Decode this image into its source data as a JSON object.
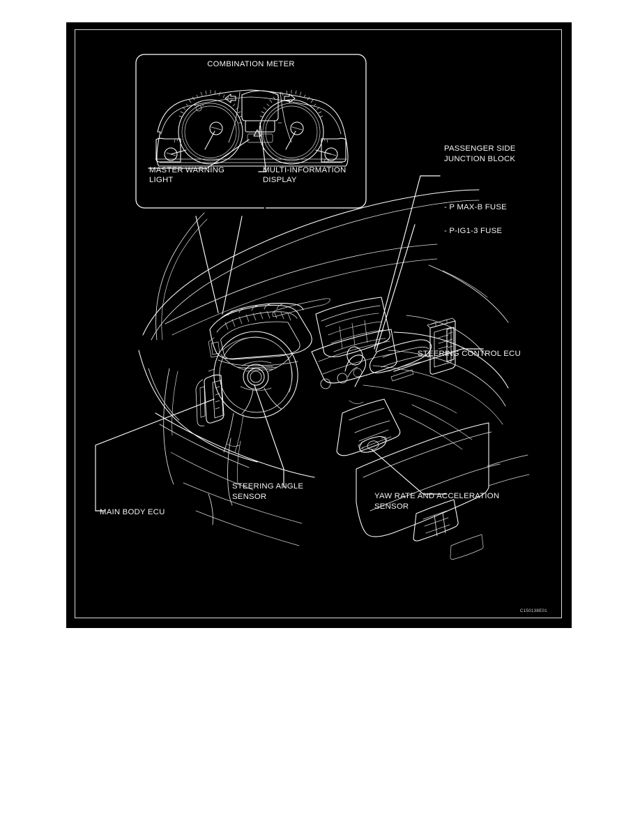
{
  "document": {
    "type": "automotive-service-diagram",
    "reference_code": "C150138E01"
  },
  "callout_box": {
    "title": "COMBINATION METER",
    "labels": [
      {
        "id": "master-warning-light",
        "line1": "MASTER WARNING",
        "line2": "LIGHT"
      },
      {
        "id": "multi-information-display",
        "line1": "MULTI-INFORMATION",
        "line2": "DISPLAY"
      }
    ]
  },
  "callouts": {
    "passenger_side_junction_block": {
      "line1": "PASSENGER SIDE",
      "line2": "JUNCTION BLOCK",
      "sub_items": [
        "- P MAX-B FUSE",
        "- P-IG1-3 FUSE"
      ]
    },
    "steering_control_ecu": {
      "line1": "STEERING CONTROL ECU"
    },
    "steering_angle_sensor": {
      "line1": "STEERING ANGLE",
      "line2": "SENSOR"
    },
    "yaw_rate_and_acceleration_sensor": {
      "line1": "YAW RATE AND ACCELERATION",
      "line2": "SENSOR"
    },
    "main_body_ecu": {
      "line1": "MAIN BODY ECU"
    }
  },
  "colors": {
    "panel_background": "#000000",
    "line_art": "#ffffff",
    "page_background": "#ffffff"
  }
}
